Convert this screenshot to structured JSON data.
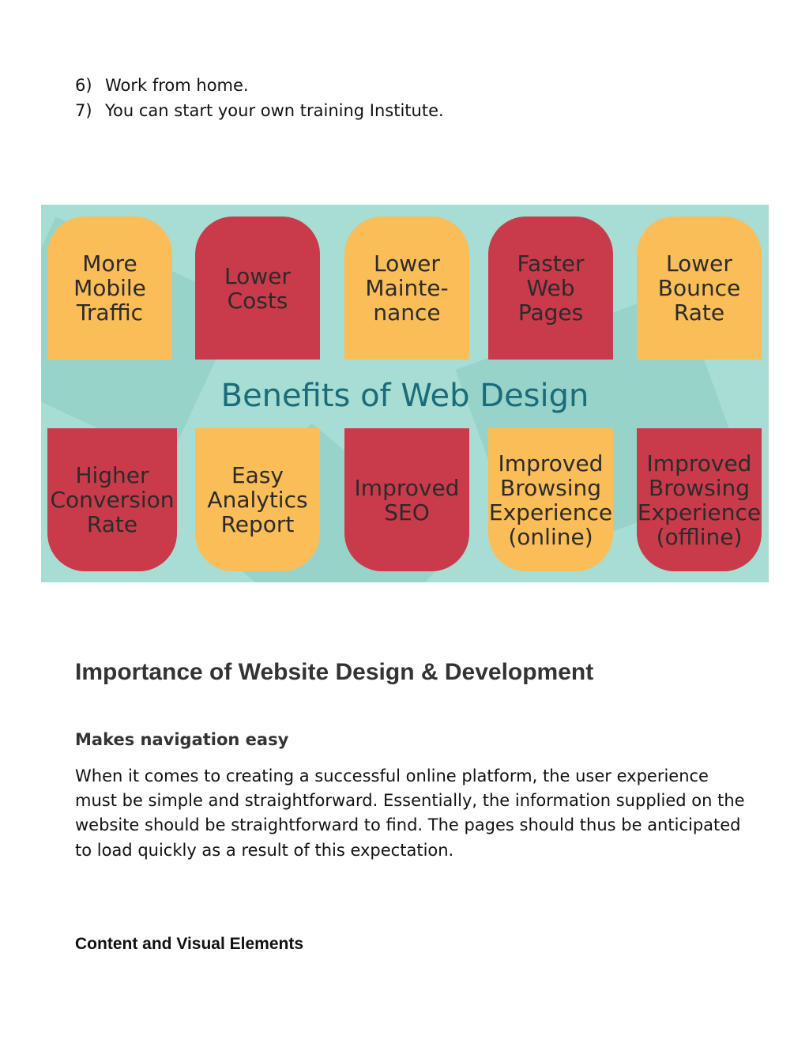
{
  "list": [
    {
      "num": "6)",
      "text": "Work from home."
    },
    {
      "num": "7)",
      "text": "You can start your own training Institute."
    }
  ],
  "infographic": {
    "title": "Benefits of Web Design",
    "top_tiles": [
      {
        "text": "More\nMobile\nTraffic",
        "color": "#fbbd57"
      },
      {
        "text": "Lower\nCosts",
        "color": "#c93a4b"
      },
      {
        "text": "Lower\nMainte-\nnance",
        "color": "#fbbd57"
      },
      {
        "text": "Faster\nWeb\nPages",
        "color": "#c93a4b"
      },
      {
        "text": "Lower\nBounce\nRate",
        "color": "#fbbd57"
      }
    ],
    "bottom_tiles": [
      {
        "text": "Higher\nConversion\nRate",
        "color": "#c93a4b"
      },
      {
        "text": "Easy\nAnalytics\nReport",
        "color": "#fbbd57"
      },
      {
        "text": "Improved\nSEO",
        "color": "#c93a4b"
      },
      {
        "text": "Improved\nBrowsing\nExperience\n(online)",
        "color": "#fbbd57"
      },
      {
        "text": "Improved\nBrowsing\nExperience\n(offline)",
        "color": "#c93a4b"
      }
    ],
    "background_color": "#a7ddd2",
    "title_color": "#1a6c7b"
  },
  "section": {
    "heading": "Importance of Website Design & Development",
    "subheading": "Makes navigation easy",
    "paragraph": "When it comes to creating a successful online platform, the user experience must be simple and straightforward. Essentially, the information supplied on the website should be straightforward to find. The pages should thus be anticipated to load quickly as a result of this expectation.",
    "subheading_2": "Content and Visual Elements"
  }
}
